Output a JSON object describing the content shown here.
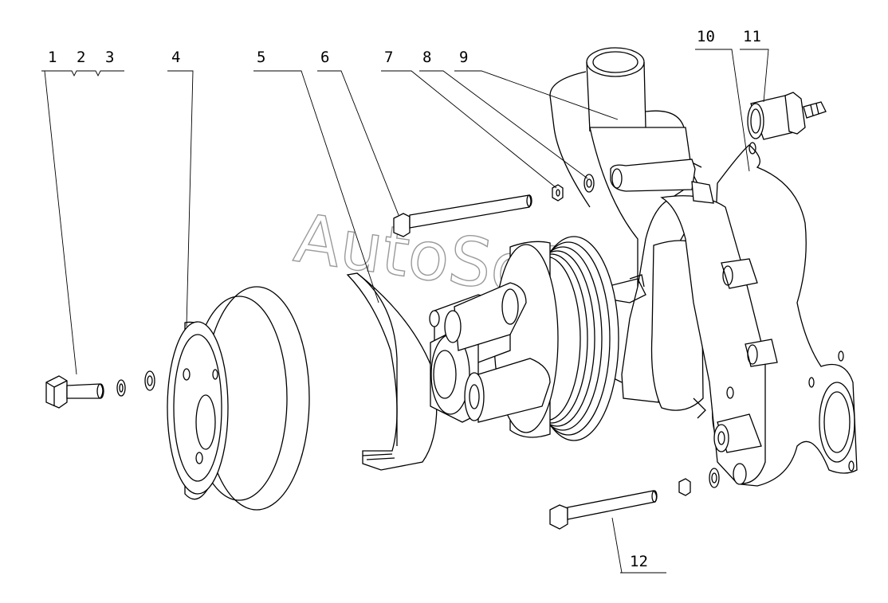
{
  "diagram": {
    "callouts": [
      "1",
      "2",
      "3",
      "4",
      "5",
      "6",
      "7",
      "8",
      "9",
      "10",
      "11",
      "12"
    ],
    "watermark": "AutoSoft"
  }
}
